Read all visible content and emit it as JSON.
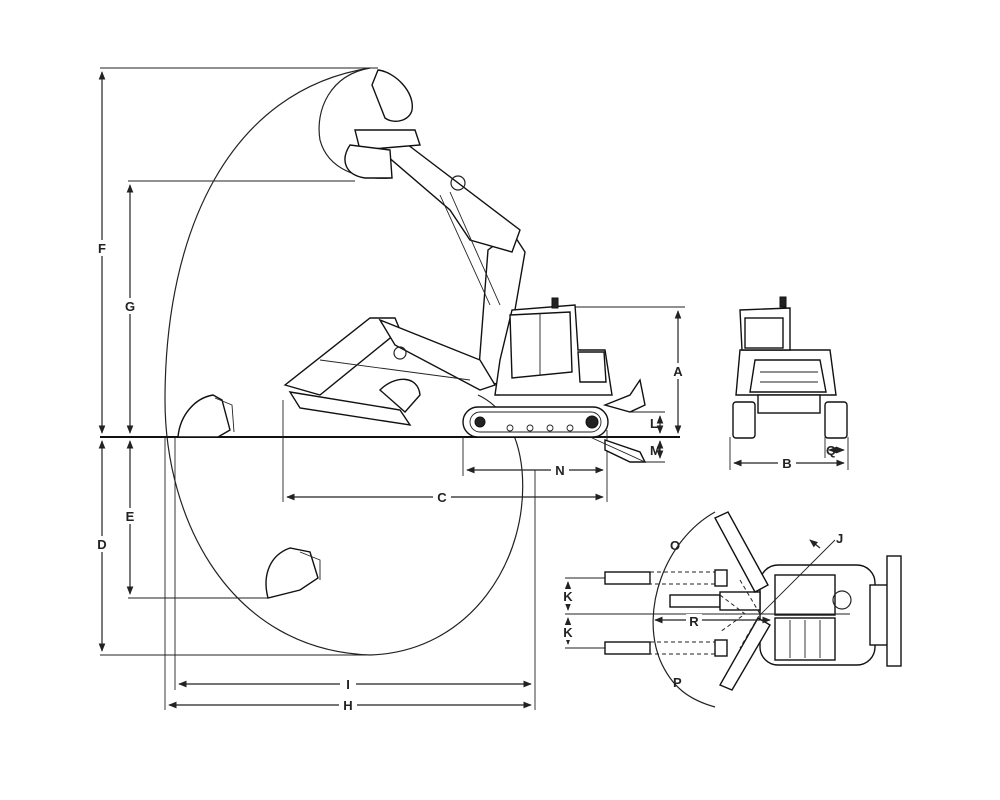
{
  "labels": {
    "A": "A",
    "B": "B",
    "C": "C",
    "D": "D",
    "E": "E",
    "F": "F",
    "G": "G",
    "H": "H",
    "I": "I",
    "J": "J",
    "K1": "K",
    "K2": "K",
    "L": "L",
    "M": "M",
    "N": "N",
    "O": "O",
    "P": "P",
    "Q": "Q",
    "R": "R"
  }
}
